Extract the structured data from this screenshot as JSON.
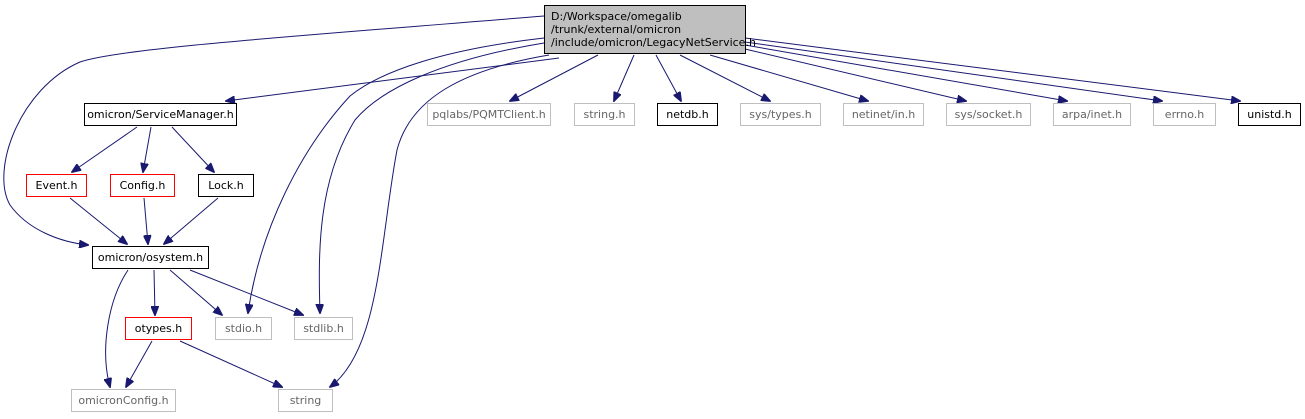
{
  "colors": {
    "edge": "#191970",
    "root_fill": "#bfbfbf",
    "border_black": "#000000",
    "border_red": "#ff0000",
    "border_gray": "#bfbfbf",
    "text_gray": "#666666"
  },
  "nodes": [
    {
      "id": "root",
      "lines": [
        "D:/Workspace/omegalib",
        "/trunk/external/omicron",
        "/include/omicron/LegacyNetService.h"
      ],
      "style": "root"
    },
    {
      "id": "servicemanager",
      "lines": [
        "omicron/ServiceManager.h"
      ],
      "style": "black"
    },
    {
      "id": "pqmt",
      "lines": [
        "pqlabs/PQMTClient.h"
      ],
      "style": "gray"
    },
    {
      "id": "string_h",
      "lines": [
        "string.h"
      ],
      "style": "gray"
    },
    {
      "id": "netdb",
      "lines": [
        "netdb.h"
      ],
      "style": "black"
    },
    {
      "id": "systypes",
      "lines": [
        "sys/types.h"
      ],
      "style": "gray"
    },
    {
      "id": "netinet",
      "lines": [
        "netinet/in.h"
      ],
      "style": "gray"
    },
    {
      "id": "syssocket",
      "lines": [
        "sys/socket.h"
      ],
      "style": "gray"
    },
    {
      "id": "arpainet",
      "lines": [
        "arpa/inet.h"
      ],
      "style": "gray"
    },
    {
      "id": "errno",
      "lines": [
        "errno.h"
      ],
      "style": "gray"
    },
    {
      "id": "unistd",
      "lines": [
        "unistd.h"
      ],
      "style": "black"
    },
    {
      "id": "event",
      "lines": [
        "Event.h"
      ],
      "style": "red"
    },
    {
      "id": "config",
      "lines": [
        "Config.h"
      ],
      "style": "red"
    },
    {
      "id": "lock",
      "lines": [
        "Lock.h"
      ],
      "style": "black"
    },
    {
      "id": "osystem",
      "lines": [
        "omicron/osystem.h"
      ],
      "style": "black"
    },
    {
      "id": "otypes",
      "lines": [
        "otypes.h"
      ],
      "style": "red"
    },
    {
      "id": "stdio",
      "lines": [
        "stdio.h"
      ],
      "style": "gray"
    },
    {
      "id": "stdlib",
      "lines": [
        "stdlib.h"
      ],
      "style": "gray"
    },
    {
      "id": "omicronconfig",
      "lines": [
        "omicronConfig.h"
      ],
      "style": "gray"
    },
    {
      "id": "string",
      "lines": [
        "string"
      ],
      "style": "gray"
    }
  ],
  "edges": [
    [
      "root",
      "servicemanager"
    ],
    [
      "root",
      "osystem"
    ],
    [
      "root",
      "stdio"
    ],
    [
      "root",
      "stdlib"
    ],
    [
      "root",
      "string"
    ],
    [
      "root",
      "pqmt"
    ],
    [
      "root",
      "string_h"
    ],
    [
      "root",
      "netdb"
    ],
    [
      "root",
      "systypes"
    ],
    [
      "root",
      "netinet"
    ],
    [
      "root",
      "syssocket"
    ],
    [
      "root",
      "arpainet"
    ],
    [
      "root",
      "errno"
    ],
    [
      "root",
      "unistd"
    ],
    [
      "servicemanager",
      "event"
    ],
    [
      "servicemanager",
      "config"
    ],
    [
      "servicemanager",
      "lock"
    ],
    [
      "event",
      "osystem"
    ],
    [
      "config",
      "osystem"
    ],
    [
      "lock",
      "osystem"
    ],
    [
      "osystem",
      "otypes"
    ],
    [
      "osystem",
      "stdio"
    ],
    [
      "osystem",
      "stdlib"
    ],
    [
      "osystem",
      "omicronconfig"
    ],
    [
      "otypes",
      "omicronconfig"
    ],
    [
      "otypes",
      "string"
    ]
  ]
}
